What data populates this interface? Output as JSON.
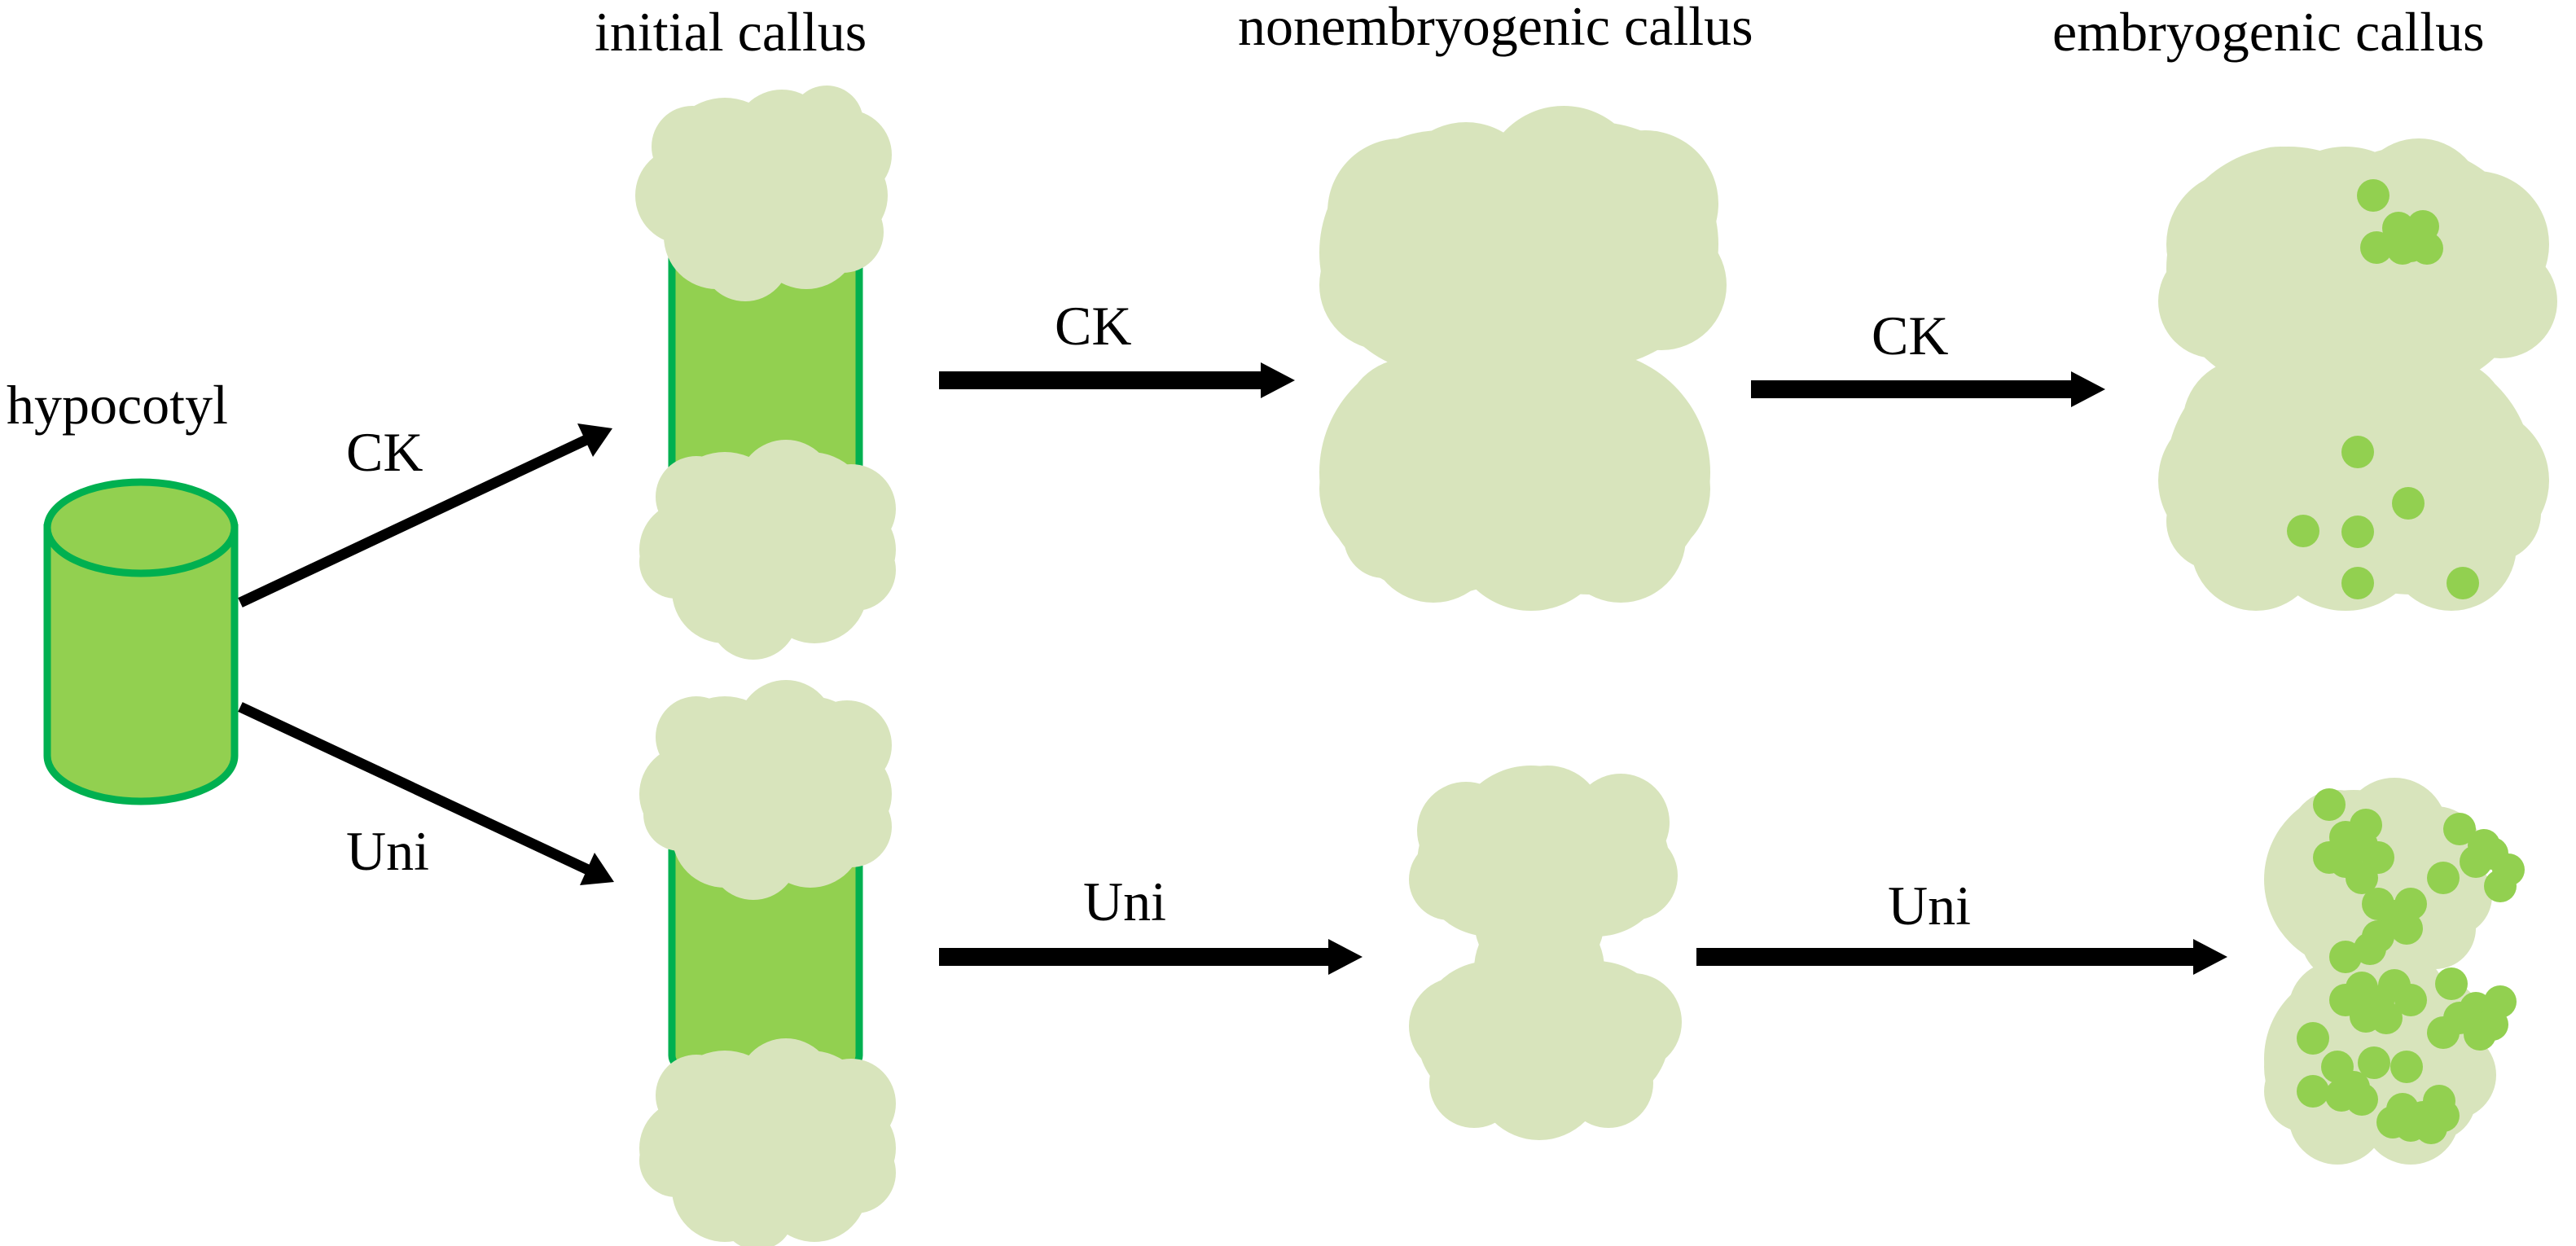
{
  "labels": {
    "hypocotyl": "hypocotyl",
    "initial_callus": "initial callus",
    "nonembryogenic_callus": "nonembryogenic callus",
    "embryogenic_callus": "embryogenic callus"
  },
  "treatments": {
    "top": "CK",
    "bottom": "Uni"
  },
  "colors": {
    "tissue_fill": "#92d050",
    "tissue_stroke": "#00b050",
    "callus_fill": "#d8e4bc",
    "embryo_spot": "#92d050",
    "arrow": "#000000"
  }
}
